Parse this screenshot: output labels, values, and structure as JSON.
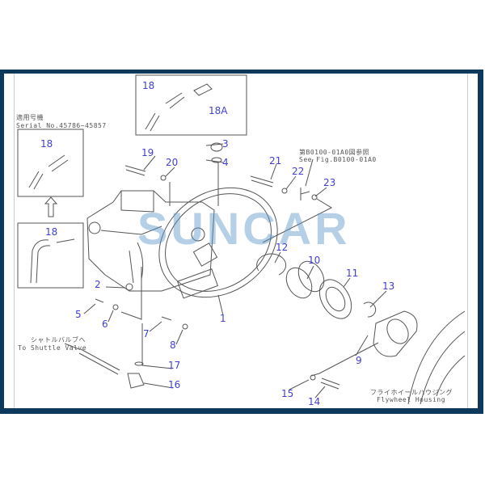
{
  "watermark": "SUNCAR",
  "notes": {
    "serial_jp": "適用号機",
    "serial_en": "Serial No.45786~45857",
    "see_fig_jp": "第B0100-01A0図参照",
    "see_fig_en": "See Fig.B0100-01A0",
    "shuttle_jp": "シャトルバルブへ",
    "shuttle_en": "To Shuttle Valve",
    "flywheel_jp": "フライホイールハウジング",
    "flywheel_en": "Flywheel Housing"
  },
  "callouts": [
    "18",
    "18A",
    "18",
    "18",
    "19",
    "20",
    "3",
    "4",
    "21",
    "22",
    "23",
    "12",
    "10",
    "11",
    "13",
    "2",
    "5",
    "6",
    "1",
    "7",
    "8",
    "17",
    "16",
    "9",
    "15",
    "14"
  ],
  "colors": {
    "frame": "#0d3a5c",
    "callout": "#3f3fd6",
    "line": "#555555"
  }
}
